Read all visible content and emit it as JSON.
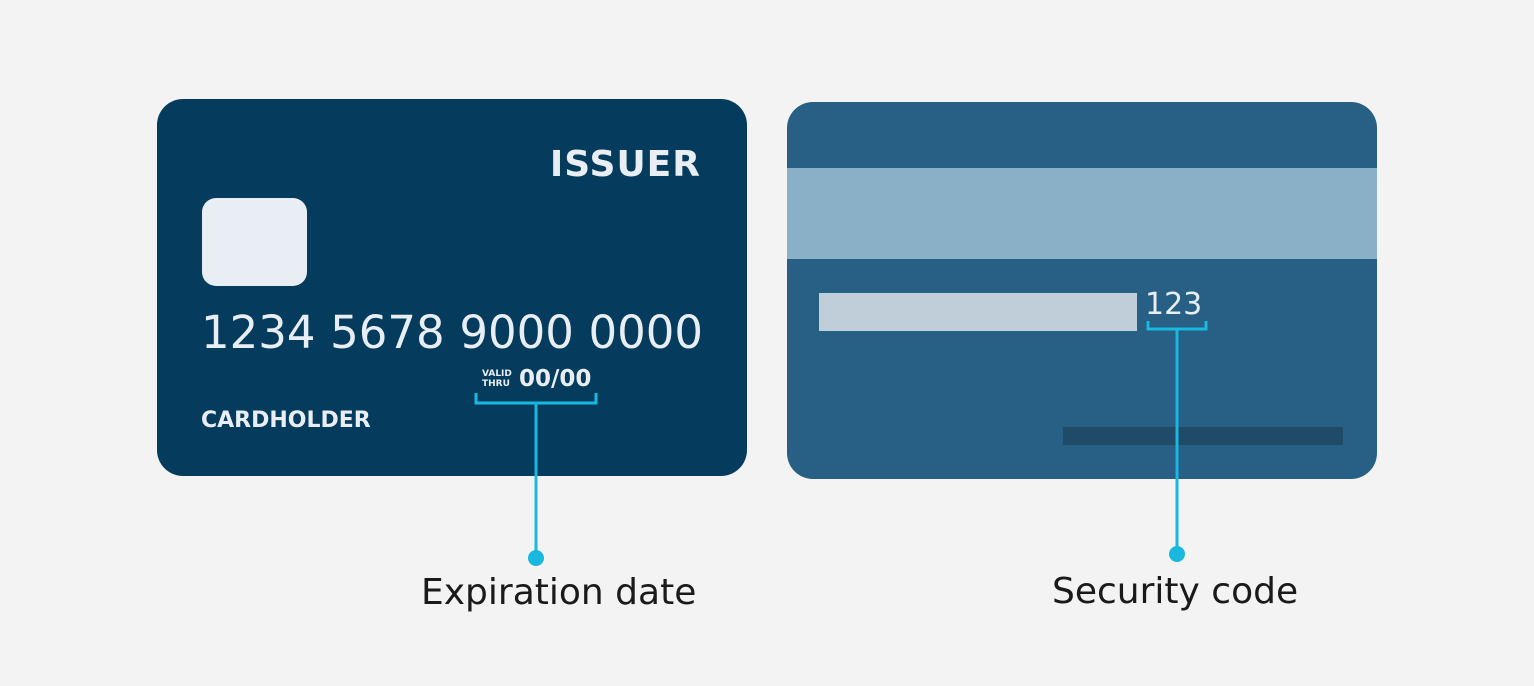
{
  "front_card": {
    "issuer": "ISSUER",
    "number_groups": [
      "1234",
      "5678",
      "9000",
      "0000"
    ],
    "valid_line1": "VALID",
    "valid_line2": "THRU",
    "expiry": "00/00",
    "cardholder": "CARDHOLDER"
  },
  "back_card": {
    "security_code": "123"
  },
  "callouts": {
    "expiration_label": "Expiration date",
    "security_label": "Security code"
  },
  "colors": {
    "front_card": "#053b5c",
    "back_card": "#275f85",
    "magstripe": "#8ab0c8",
    "callout_line": "#1ab7df",
    "background": "#f3f3f3"
  }
}
